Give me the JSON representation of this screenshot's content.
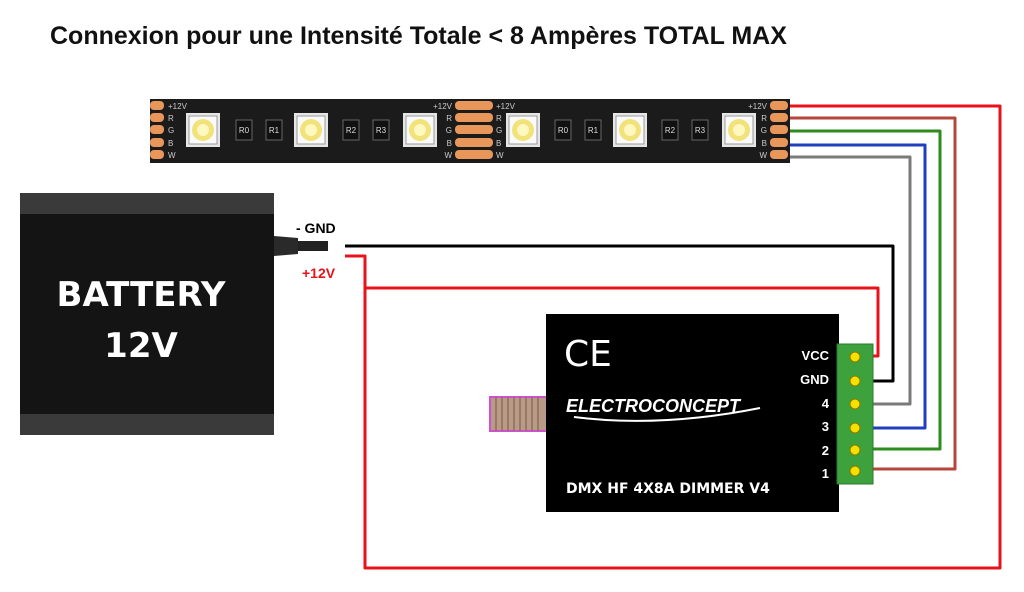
{
  "title": "Connexion pour une Intensité Totale < 8 Ampères TOTAL MAX",
  "strip": {
    "pad_labels": [
      "+12V",
      "R",
      "G",
      "B",
      "W"
    ],
    "resistor_labels": [
      "R0",
      "R1",
      "R2",
      "R3",
      "R0",
      "R1",
      "R2",
      "R3"
    ]
  },
  "battery": {
    "line1": "BATTERY",
    "line2": "12V",
    "gnd_label": "- GND",
    "plus_label": "+12V"
  },
  "dimmer": {
    "ce_mark": "CE",
    "brand": "ELECTROCONCEPT",
    "model": "DMX HF 4X8A DIMMER V4",
    "terminals": [
      "VCC",
      "GND",
      "4",
      "3",
      "2",
      "1"
    ]
  },
  "colors": {
    "red": "#e8121a",
    "brown": "#b5463a",
    "green": "#2e8b1e",
    "blue": "#1f3fbf",
    "grey": "#7a7a7a",
    "black": "#000000",
    "strip_pad": "#e8965a",
    "terminal_block": "#3da13d",
    "terminal_pin": "#f5e000"
  }
}
